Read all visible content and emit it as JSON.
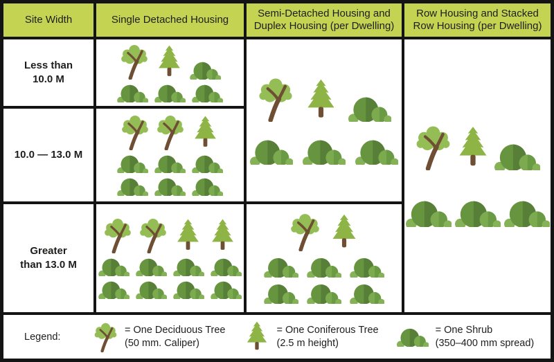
{
  "header": {
    "site_width": "Site Width",
    "single_detached": "Single Detached Housing",
    "semi_detached": "Semi-Detached Housing and Duplex Housing (per Dwelling)",
    "row_housing": "Row Housing and Stacked Row Housing (per Dwelling)"
  },
  "row_labels": [
    {
      "line1": "Less than",
      "line2": "10.0 M"
    },
    {
      "line1": "10.0 — 13.0 M",
      "line2": ""
    },
    {
      "line1": "Greater",
      "line2": "than 13.0 M"
    }
  ],
  "cells": {
    "single_less_than_10": [
      [
        "deciduous-tree",
        "coniferous-tree",
        "shrub"
      ],
      [
        "shrub",
        "shrub",
        "shrub"
      ]
    ],
    "single_10_to_13": [
      [
        "deciduous-tree",
        "deciduous-tree",
        "coniferous-tree"
      ],
      [
        "shrub",
        "shrub",
        "shrub"
      ],
      [
        "shrub",
        "shrub",
        "shrub"
      ]
    ],
    "single_greater_13": [
      [
        "deciduous-tree",
        "deciduous-tree",
        "coniferous-tree",
        "coniferous-tree"
      ],
      [
        "shrub",
        "shrub",
        "shrub",
        "shrub"
      ],
      [
        "shrub",
        "shrub",
        "shrub",
        "shrub"
      ]
    ],
    "semi_rows_1_2": [
      [
        "deciduous-tree",
        "coniferous-tree",
        "shrub"
      ],
      [
        "shrub",
        "shrub",
        "shrub"
      ]
    ],
    "semi_row_3": [
      [
        "deciduous-tree",
        "coniferous-tree"
      ],
      [
        "shrub",
        "shrub",
        "shrub"
      ],
      [
        "shrub",
        "shrub",
        "shrub"
      ]
    ],
    "row_housing_all": [
      [
        "deciduous-tree",
        "coniferous-tree",
        "shrub"
      ],
      [
        "shrub",
        "shrub",
        "shrub"
      ]
    ]
  },
  "legend": {
    "title": "Legend:",
    "items": [
      {
        "icon": "deciduous-tree",
        "line1": "= One Deciduous Tree",
        "line2": "(50 mm. Caliper)"
      },
      {
        "icon": "coniferous-tree",
        "line1": "= One Coniferous Tree",
        "line2": "(2.5 m height)"
      },
      {
        "icon": "shrub",
        "line1": "= One Shrub",
        "line2": "(350–400 mm spread)"
      }
    ]
  },
  "colors": {
    "header_green": "#c4d452",
    "border_black": "#141414",
    "text_dark": "#1d1d1b",
    "foliage_light": "#95bd55",
    "pine_green": "#8db445",
    "trunk_brown": "#6f4f33",
    "shrub_light": "#86b257",
    "shrub_mid_left": "#67943f",
    "shrub_mid_right": "#577f38",
    "shrub_bump_left": "#7cab4f",
    "shrub_bump_right": "#6b9a44"
  }
}
